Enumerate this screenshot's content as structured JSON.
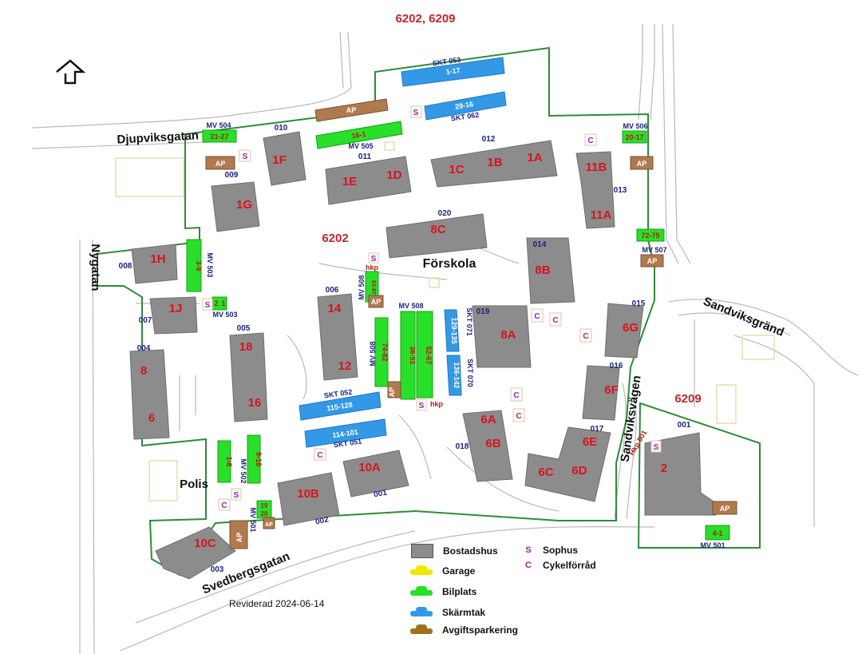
{
  "header": {
    "title": "6202, 6209"
  },
  "areas": {
    "north": "6202",
    "east": "6209"
  },
  "streets": {
    "djupviksgatan": "Djupviksgatan",
    "nygatan": "Nygatan",
    "svedbergsgatan": "Svedbergsgatan",
    "sandviksvagen": "Sandviksvägen",
    "sandviksgrand": "Sandviksgränd"
  },
  "places": {
    "forskola": "Förskola",
    "polis": "Polis"
  },
  "buildings": {
    "b1A": "1A",
    "b1B": "1B",
    "b1C": "1C",
    "b1D": "1D",
    "b1E": "1E",
    "b1F": "1F",
    "b1G": "1G",
    "b1H": "1H",
    "b1J": "1J",
    "b2": "2",
    "b6": "6",
    "b8": "8",
    "b12": "12",
    "b14": "14",
    "b16": "16",
    "b18": "18",
    "b6A": "6A",
    "b6B": "6B",
    "b6C": "6C",
    "b6D": "6D",
    "b6E": "6E",
    "b6F": "6F",
    "b6G": "6G",
    "b8A": "8A",
    "b8B": "8B",
    "b8C": "8C",
    "b10A": "10A",
    "b10B": "10B",
    "b10C": "10C",
    "b11A": "11A",
    "b11B": "11B"
  },
  "addresses": {
    "a001": "001",
    "a001b": "001",
    "a002": "002",
    "a003": "003",
    "a004": "004",
    "a005": "005",
    "a006": "006",
    "a007": "007",
    "a008": "008",
    "a009": "009",
    "a010": "010",
    "a011": "011",
    "a012": "012",
    "a013": "013",
    "a014": "014",
    "a015": "015",
    "a016": "016",
    "a017": "017",
    "a018": "018",
    "a019": "019",
    "a020": "020"
  },
  "parking": {
    "p1": "21-27",
    "p2": "16-1",
    "p3": "20-17",
    "p4": "72-75",
    "p5": "3-9",
    "p6": "2",
    "p7": "1",
    "p8": "83-87",
    "p9": "74-82",
    "p10": "36-51",
    "p11": "52-67",
    "p12": "1-8",
    "p13": "9-18",
    "p14": "19",
    "p15": "20",
    "p16": "4-1"
  },
  "carports": {
    "c1": "1-17",
    "c2": "29-16",
    "c3": "115-128",
    "c4": "114-101",
    "c5": "129-135",
    "c6": "136-142"
  },
  "codes": {
    "skt053": "SKT 053",
    "skt062": "SKT 062",
    "skt052": "SKT 052",
    "skt051": "SKT 051",
    "skt071": "SKT 071",
    "skt070": "SKT 070",
    "mv504": "MV 504",
    "mv505": "MV 505",
    "mv506": "MV 506",
    "mv507": "MV 507",
    "mv503": "MV 503",
    "mv503b": "MV 503",
    "mv508a": "MV 508",
    "mv508b": "MV 508",
    "mv508c": "MV 508",
    "mv502": "MV 502",
    "mv501": "MV 501",
    "mv501b": "MV 501",
    "hkp1": "hkp",
    "hkp2": "hkp",
    "hkp501": "Hkp 501"
  },
  "fee_parking_label": "AP",
  "sophus_symbol": "S",
  "cykel_symbol": "C",
  "legend": {
    "bostadshus": "Bostadshus",
    "garage": "Garage",
    "bilplats": "Bilplats",
    "skarmtak": "Skärmtak",
    "avgift": "Avgiftsparkering",
    "sophus": "Sophus",
    "cykel": "Cykelförråd"
  },
  "revised": "Reviderad 2024-06-14",
  "colors": {
    "building": "#8c8c8c",
    "building_label": "#d8141c",
    "address": "#1a237e",
    "boundary": "#2e8b3a",
    "parking": "#27e027",
    "carport": "#3399e6",
    "fee_parking": "#b07a4f",
    "garage": "#f5e600",
    "symbol": "#a020a0",
    "title": "#c0282c"
  },
  "icons": {
    "north_arrow": "north-arrow-icon",
    "car": "car-icon"
  }
}
